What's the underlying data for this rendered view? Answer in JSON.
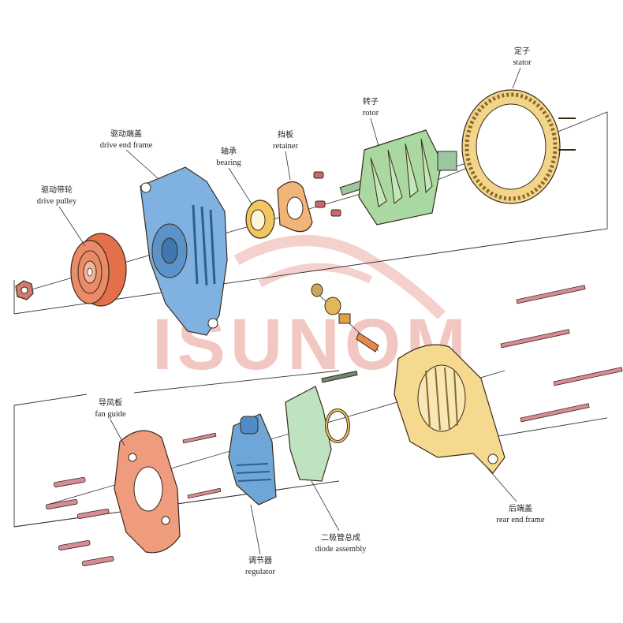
{
  "watermark": {
    "text": "ISUNOM",
    "color": "#e89a92"
  },
  "colors": {
    "drive_pulley": "#e3704a",
    "drive_end_frame": "#7fb2e0",
    "bearing": "#f3c760",
    "retainer": "#f1b57a",
    "rotor": "#a9d9a0",
    "stator": "#f3d58a",
    "rear_end_frame": "#f4d98f",
    "fan_guide": "#ef9b7e",
    "regulator": "#6ea6d8",
    "diode_assembly": "#bfe2c0",
    "bolts": "#d98a94"
  },
  "labels": {
    "drive_pulley": {
      "zh": "驱动带轮",
      "en": "drive pulley"
    },
    "drive_end_frame": {
      "zh": "驱动端盖",
      "en": "drive end frame"
    },
    "bearing": {
      "zh": "轴承",
      "en": "bearing"
    },
    "retainer": {
      "zh": "挡板",
      "en": "retainer"
    },
    "rotor": {
      "zh": "转子",
      "en": "rotor"
    },
    "stator": {
      "zh": "定子",
      "en": "stator"
    },
    "fan_guide": {
      "zh": "导风板",
      "en": "fan guide"
    },
    "regulator": {
      "zh": "调节器",
      "en": "regulator"
    },
    "diode_assembly": {
      "zh": "二极管总成",
      "en": "diode assembly"
    },
    "rear_end_frame": {
      "zh": "后端盖",
      "en": "rear end frame"
    }
  }
}
